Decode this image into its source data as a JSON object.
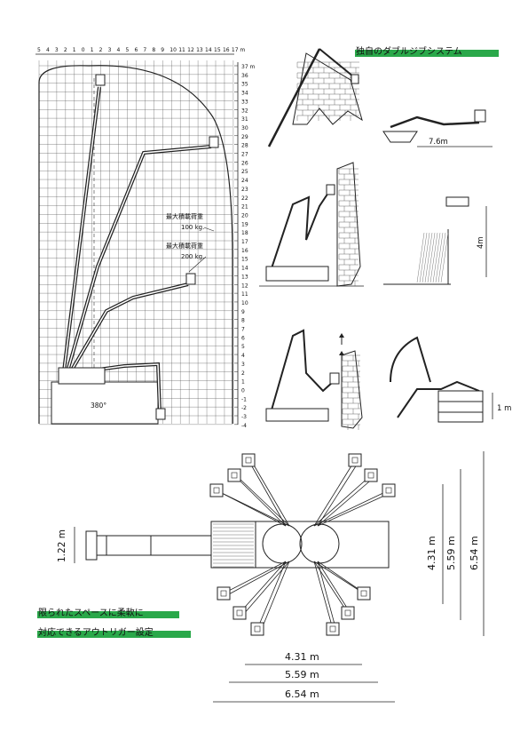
{
  "chart_data": {
    "type": "diagram",
    "reach_diagram": {
      "x_ticks": [
        "5",
        "4",
        "3",
        "2",
        "1",
        "0",
        "1",
        "2",
        "3",
        "4",
        "5",
        "6",
        "7",
        "8",
        "9",
        "10",
        "11",
        "12",
        "13",
        "14",
        "15",
        "16",
        "17 m"
      ],
      "y_ticks": [
        "37 m",
        "36",
        "35",
        "34",
        "33",
        "32",
        "31",
        "30",
        "29",
        "28",
        "27",
        "26",
        "25",
        "24",
        "23",
        "22",
        "21",
        "20",
        "19",
        "18",
        "17",
        "16",
        "15",
        "14",
        "13",
        "12",
        "11",
        "10",
        "9",
        "8",
        "7",
        "6",
        "5",
        "4",
        "3",
        "2",
        "1",
        "0",
        "-1",
        "-2",
        "-3",
        "-4"
      ],
      "load_label_1_title": "最大積載荷重",
      "load_label_1_value": "100 kg.",
      "load_label_2_title": "最大積載荷重",
      "load_label_2_value": "200 kg.",
      "rotation_label": "380°"
    },
    "double_jib": {
      "title": "独自のダブルジブシステム",
      "reach_label": "7.6m",
      "height_label_4m": "4m",
      "height_label_1m": "1 m"
    },
    "outrigger": {
      "dim_width": "1.22 m",
      "dims_vertical": [
        "4.31 m",
        "5.59 m",
        "6.54 m"
      ],
      "dims_horizontal": [
        "4.31 m",
        "5.59 m",
        "6.54 m"
      ],
      "caption_line1": "限られたスペースに柔軟に",
      "caption_line2": "対応できるアウトリガー設定"
    }
  },
  "colors": {
    "accent_green": "#2aa84a",
    "line": "#222222"
  }
}
